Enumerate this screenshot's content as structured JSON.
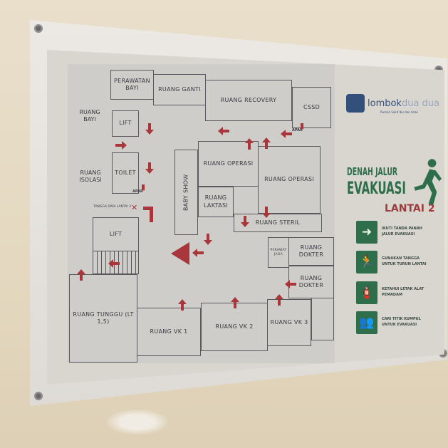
{
  "sign": {
    "logo": {
      "brand": "lombok",
      "brand_suffix": "dua dua",
      "tagline": "Rumah Sakit Ibu dan Anak"
    },
    "title_line1": "DENAH JALUR",
    "title_line2": "EVAKUASI",
    "floor": "LANTAI  2",
    "colors": {
      "green": "#2f6e4a",
      "arrow_red": "#a8363b",
      "wall": "#e6dcc6"
    }
  },
  "rooms": {
    "perawatan_bayi": "PERAWATAN BAYI",
    "ruang_ganti": "RUANG GANTI",
    "ruang_bayi": "RUANG BAYI",
    "lift_small": "LIFT",
    "ruang_isolasi": "RUANG ISOLASI",
    "toilet": "TOILET",
    "ruang_recovery": "RUANG RECOVERY",
    "cssd": "CSSD",
    "ruang_operasi_1": "RUANG OPERASI",
    "ruang_operasi_2": "RUANG OPERASI",
    "ruang_laktasi": "RUANG LAKTASI",
    "ruang_steril": "RUANG STERIL",
    "baby_show": "BABY SHOW",
    "tangga": "TANGGA DARI LANTAI 3",
    "lift_big": "LIFT",
    "ruang_tunggu": "RUANG TUNGGU (LT 1,5)",
    "ruang_vk1": "RUANG VK 1",
    "ruang_vk2": "RUANG VK 2",
    "ruang_vk3": "RUANG VK 3",
    "perawat_jaga": "PERAWAT JAGA",
    "ruang_dokter_1": "RUANG DOKTER",
    "ruang_dokter_2": "RUANG DOKTER",
    "apar_1": "APAR",
    "apar_2": "APAR"
  },
  "legend": [
    {
      "icon": "arrow-sign-icon",
      "glyph": "➜",
      "text": "IKUTI TANDA PANAH JALUR EVAKUASI"
    },
    {
      "icon": "stairs-runner-icon",
      "glyph": "🏃",
      "text": "GUNAKAN TANGGA UNTUK TURUN LANTAI"
    },
    {
      "icon": "fire-extinguisher-icon",
      "glyph": "🧯",
      "text": "KETAHUI LETAK ALAT PEMADAM"
    },
    {
      "icon": "assembly-point-icon",
      "glyph": "👥",
      "text": "CARI TITIK KUMPUL UNTUK EVAKUASI"
    }
  ]
}
